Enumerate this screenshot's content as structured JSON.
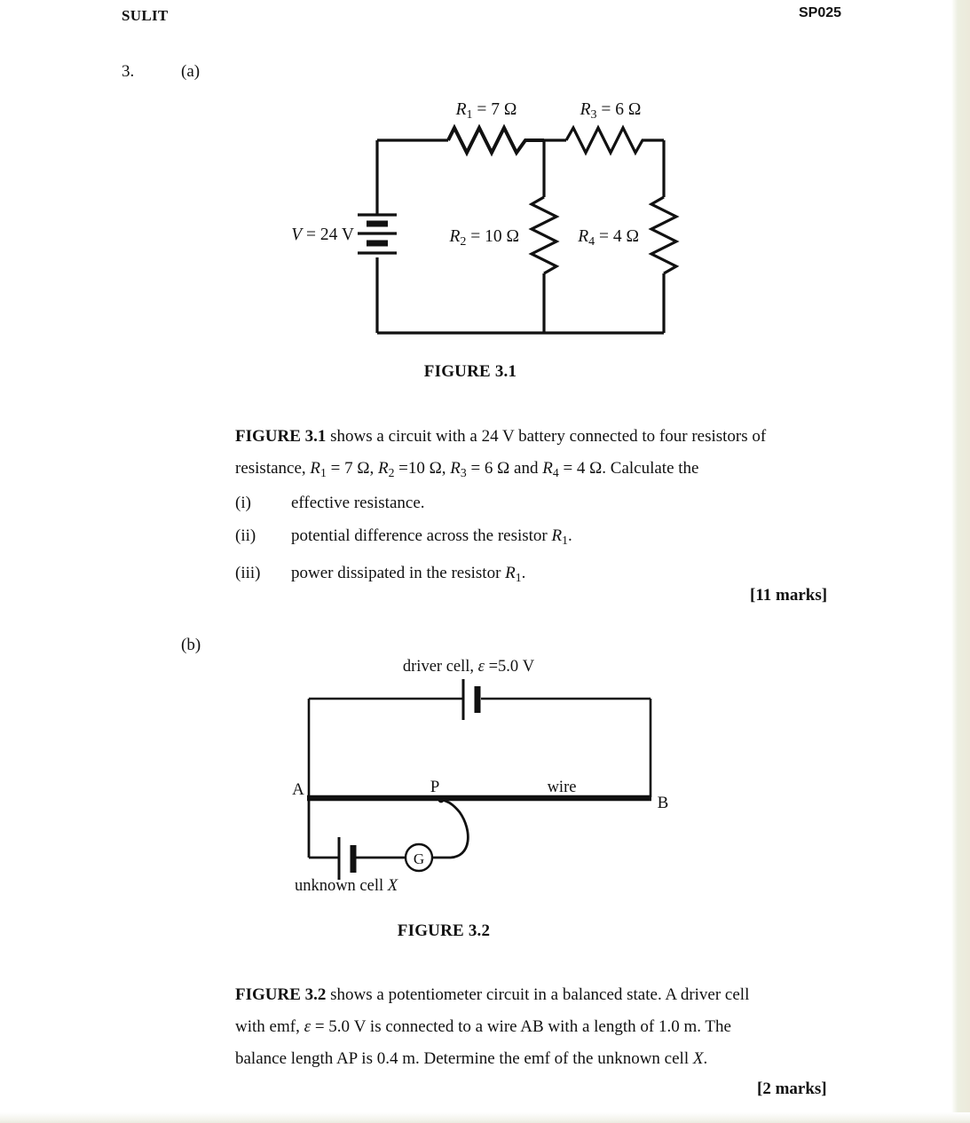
{
  "header": {
    "left": "SULIT",
    "right": "SP025"
  },
  "question": {
    "number": "3.",
    "part_a_label": "(a)",
    "part_b_label": "(b)"
  },
  "figure1": {
    "caption": "FIGURE 3.1",
    "labels": {
      "r1": "R₁ = 7 Ω",
      "r2": "R₂ = 10 Ω",
      "r3": "R₃ = 6 Ω",
      "r4": "R₄ = 4 Ω",
      "source": "V = 24 V"
    },
    "values": {
      "r1_ohm": 7,
      "r2_ohm": 10,
      "r3_ohm": 6,
      "r4_ohm": 4,
      "voltage_v": 24
    }
  },
  "part_a": {
    "paragraph_line1": "FIGURE 3.1 shows a circuit with a 24 V battery connected to four resistors of",
    "paragraph_line2": "resistance, R₁ = 7 Ω, R₂ =10 Ω, R₃ = 6 Ω and R₄ = 4 Ω. Calculate the",
    "items": [
      {
        "mark": "(i)",
        "text": "effective resistance."
      },
      {
        "mark": "(ii)",
        "text": "potential difference across the resistor R₁."
      },
      {
        "mark": "(iii)",
        "text": "power dissipated in the resistor R₁."
      }
    ],
    "marks": "[11 marks]"
  },
  "figure2": {
    "caption": "FIGURE 3.2",
    "labels": {
      "driver_cell": "driver cell, ε =5.0 V",
      "point_a": "A",
      "point_b": "B",
      "point_p": "P",
      "wire": "wire",
      "galvanometer": "G",
      "unknown_cell": "unknown cell X"
    },
    "values": {
      "driver_emf_v": 5.0
    }
  },
  "part_b": {
    "paragraph_line1": "FIGURE 3.2 shows a potentiometer circuit in a balanced state. A driver cell",
    "paragraph_line2": "with emf, ε = 5.0 V is connected to a wire AB with a length of 1.0 m. The",
    "paragraph_line3": "balance length AP is 0.4 m. Determine the emf of the unknown cell X.",
    "values": {
      "driver_emf_v": 5.0,
      "wire_length_m": 1.0,
      "balance_length_m": 0.4
    },
    "marks": "[2 marks]"
  },
  "colors": {
    "ink": "#111111",
    "paper": "#ffffff",
    "page_edge": "#eceadb"
  }
}
